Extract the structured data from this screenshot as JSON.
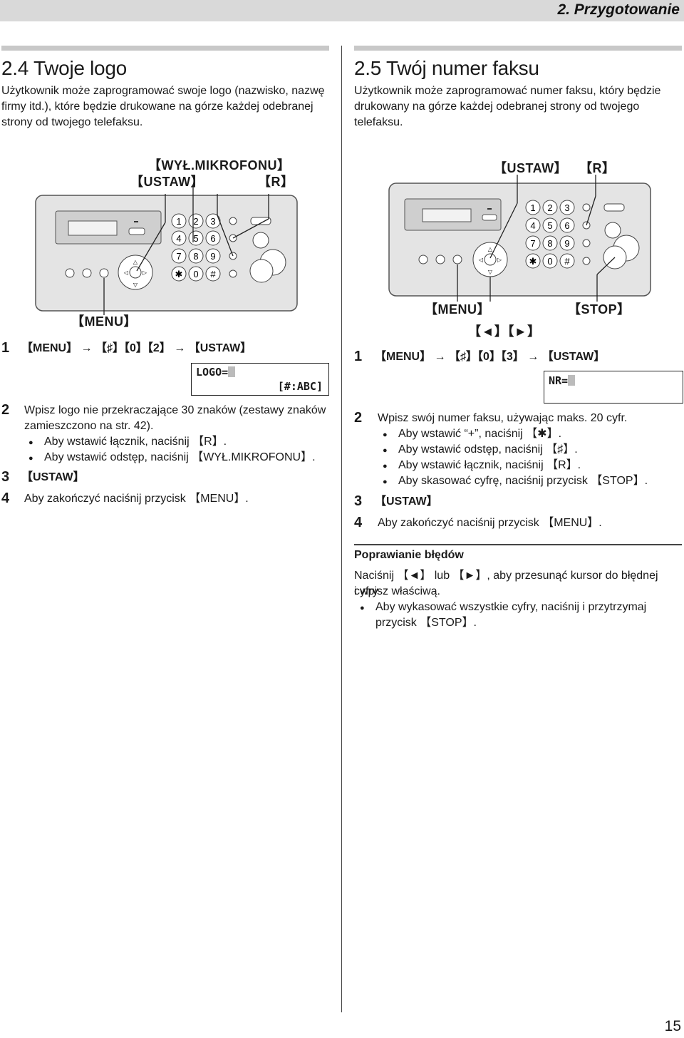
{
  "header": {
    "chapter": "2. Przygotowanie"
  },
  "left": {
    "title": "2.4 Twoje logo",
    "intro": [
      "Użytkownik może zaprogramować swoje logo (nazwisko, nazwę",
      "firmy itd.), które będzie drukowane na górze każdej odebranej",
      "strony od twojego telefaksu."
    ],
    "labels": {
      "wyl": "【WYŁ.MIKROFONU】",
      "ustaw": "【USTAW】",
      "r": "【R】",
      "menu": "【MENU】"
    },
    "step1": {
      "num": "1",
      "text": "【MENU】 → 【♯】【0】【2】 → 【USTAW】"
    },
    "lcd": {
      "line1": "LOGO=",
      "line2": "[#:ABC]"
    },
    "step2": {
      "num": "2",
      "text": [
        "Wpisz logo nie przekraczające 30 znaków (zestawy znaków",
        "zamieszczono na str. 42)."
      ]
    },
    "bullets": [
      "Aby wstawić łącznik, naciśnij 【R】.",
      "Aby wstawić odstęp, naciśnij 【WYŁ.MIKROFONU】."
    ],
    "step3": {
      "num": "3",
      "text": "【USTAW】"
    },
    "step4": {
      "num": "4",
      "text": "Aby zakończyć naciśnij przycisk 【MENU】."
    }
  },
  "right": {
    "title": "2.5 Twój numer faksu",
    "intro": [
      "Użytkownik może zaprogramować numer faksu, który będzie",
      "drukowany na górze każdej odebranej strony od twojego",
      "telefaksu."
    ],
    "labels": {
      "ustaw": "【USTAW】",
      "r": "【R】",
      "menu": "【MENU】",
      "stop": "【STOP】",
      "arrows": "【◄】【►】"
    },
    "step1": {
      "num": "1",
      "text": "【MENU】 → 【♯】【0】【3】 → 【USTAW】"
    },
    "lcd": {
      "line1": "NR="
    },
    "step2": {
      "num": "2",
      "text": "Wpisz swój numer faksu, używając maks. 20 cyfr."
    },
    "bullets": [
      "Aby wstawić “+”, naciśnij 【✱】.",
      "Aby wstawić odstęp, naciśnij 【♯】.",
      "Aby wstawić łącznik, naciśnij 【R】.",
      "Aby skasować cyfrę, naciśnij przycisk 【STOP】."
    ],
    "step3": {
      "num": "3",
      "text": "【USTAW】"
    },
    "step4": {
      "num": "4",
      "text": "Aby zakończyć naciśnij przycisk 【MENU】."
    },
    "subhead": "Poprawianie błędów",
    "correction": [
      "Naciśnij 【◄】 lub 【►】, aby przesunąć kursor do błędnej cyfry",
      "i wpisz właściwą."
    ],
    "correction_bullet": [
      "Aby wykasować wszystkie cyfry, naciśnij i przytrzymaj",
      "przycisk 【STOP】."
    ]
  },
  "keypad": [
    "1",
    "2",
    "3",
    "4",
    "5",
    "6",
    "7",
    "8",
    "9",
    "✱",
    "0",
    "#"
  ],
  "page_number": "15"
}
